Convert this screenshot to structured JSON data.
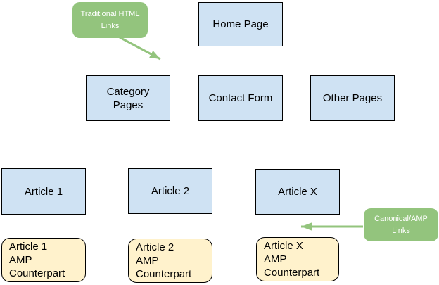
{
  "colors": {
    "canvas-bg": "#ffffff",
    "node-blue-fill": "#cfe2f3",
    "amp-yellow-fill": "#fff2cc",
    "callout-green": "#93c47d",
    "callout-text": "#ffffff",
    "node-border": "#000000",
    "node-text": "#000000"
  },
  "diagram": {
    "nodes": {
      "home": "Home Page",
      "category": "Category\nPages",
      "contact": "Contact Form",
      "other": "Other Pages",
      "article1": "Article 1",
      "article2": "Article 2",
      "articleX": "Article X",
      "amp1": "Article 1\nAMP\nCounterpart",
      "amp2": "Article 2\nAMP\nCounterpart",
      "ampX": "Article X\nAMP\nCounterpart"
    },
    "callouts": {
      "traditional": "Traditional HTML\nLinks",
      "canonical": "Canonical/AMP\nLinks"
    }
  }
}
